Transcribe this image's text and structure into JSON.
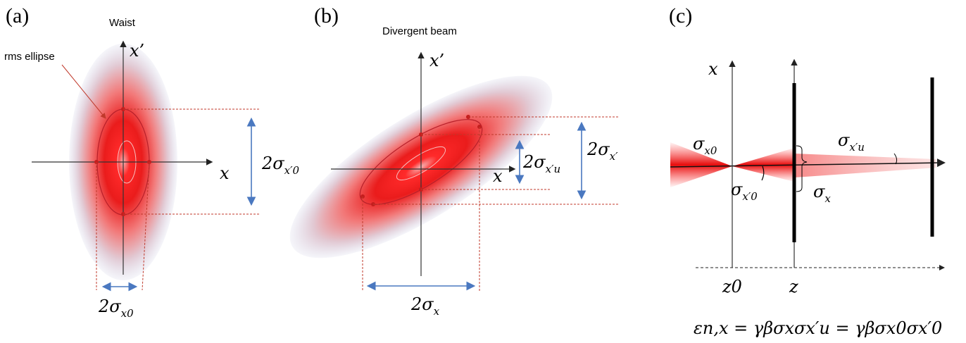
{
  "panels": {
    "a": {
      "label": "(a)",
      "title": "Waist",
      "annotation": "rms ellipse",
      "x_axis": "x",
      "y_axis": "x’",
      "measure_vertical": {
        "base": "2σ",
        "sub": "x′0"
      },
      "measure_horizontal": {
        "base": "2σ",
        "sub": "x0"
      }
    },
    "b": {
      "label": "(b)",
      "title": "Divergent beam",
      "x_axis": "x",
      "y_axis": "x’",
      "measure_inner": {
        "base": "2σ",
        "sub": "x′u"
      },
      "measure_outer": {
        "base": "2σ",
        "sub": "x′"
      },
      "measure_horizontal": {
        "base": "2σ",
        "sub": "x"
      }
    },
    "c": {
      "label": "(c)",
      "x_axis": "x",
      "label_sigma_x0": {
        "base": "σ",
        "sub": "x0"
      },
      "label_sigma_xp0": {
        "base": "σ",
        "sub": "x′0"
      },
      "label_sigma_x": {
        "base": "σ",
        "sub": "x"
      },
      "label_sigma_xpu": {
        "base": "σ",
        "sub": "x′u"
      },
      "z0": "z0",
      "z": "z",
      "equation": "εn,x = γβσxσx′u = γβσx0σx′0"
    }
  },
  "colors": {
    "beam_red": "#e60000",
    "halo": "#a9a9c9",
    "measure_blue": "#4a78c0",
    "dashed_red": "#c0392b"
  }
}
